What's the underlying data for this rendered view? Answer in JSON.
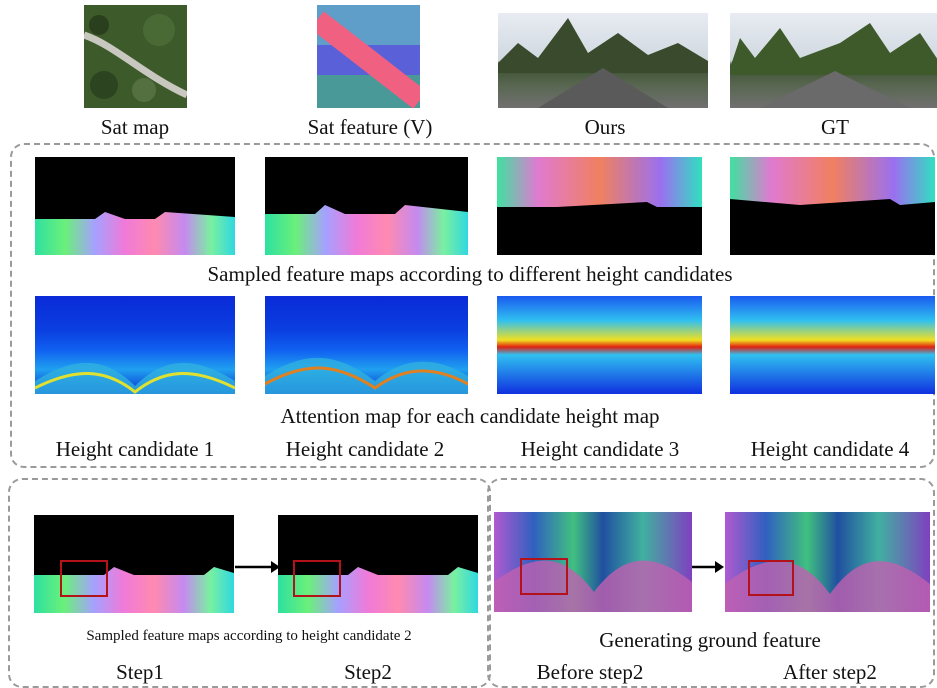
{
  "top_row": {
    "sat_map": "Sat map",
    "sat_feature": "Sat feature (V)",
    "ours": "Ours",
    "gt": "GT"
  },
  "candidates_panel": {
    "sampled_caption": "Sampled feature maps according to different height candidates",
    "attention_caption": "Attention map for each candidate height map",
    "height_labels": [
      "Height candidate 1",
      "Height candidate 2",
      "Height candidate 3",
      "Height candidate 4"
    ]
  },
  "steps_panel": {
    "caption": "Sampled feature maps according to height candidate 2",
    "step1": "Step1",
    "step2": "Step2"
  },
  "ground_panel": {
    "caption": "Generating ground feature",
    "before": "Before step2",
    "after": "After step2"
  },
  "colors": {
    "dash_border": "#9a9a9a",
    "red_box": "#b3121a",
    "arrow": "#000000"
  }
}
